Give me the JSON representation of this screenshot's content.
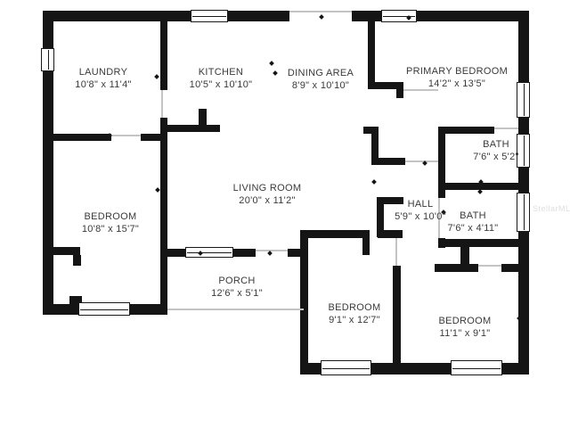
{
  "colors": {
    "wall": "#151515",
    "text": "#3a3a3a",
    "watermark": "#dedede",
    "jamb": "#c4c4c4"
  },
  "watermark": "StellarMLS",
  "rooms": [
    {
      "name": "LAUNDRY",
      "dims": "10'8\" x 11'4\""
    },
    {
      "name": "KITCHEN",
      "dims": "10'5\" x 10'10\""
    },
    {
      "name": "DINING AREA",
      "dims": "8'9\" x 10'10\""
    },
    {
      "name": "PRIMARY BEDROOM",
      "dims": "14'2\" x 13'5\""
    },
    {
      "name": "BATH",
      "dims": "7'6\" x 5'2\""
    },
    {
      "name": "HALL",
      "dims": "5'9\" x 10'0\""
    },
    {
      "name": "BATH",
      "dims": "7'6\" x 4'11\""
    },
    {
      "name": "BEDROOM",
      "dims": "10'8\" x 15'7\""
    },
    {
      "name": "LIVING ROOM",
      "dims": "20'0\" x 11'2\""
    },
    {
      "name": "PORCH",
      "dims": "12'6\" x 5'1\""
    },
    {
      "name": "BEDROOM",
      "dims": "9'1\" x 12'7\""
    },
    {
      "name": "BEDROOM",
      "dims": "11'1\" x 9'1\""
    }
  ]
}
